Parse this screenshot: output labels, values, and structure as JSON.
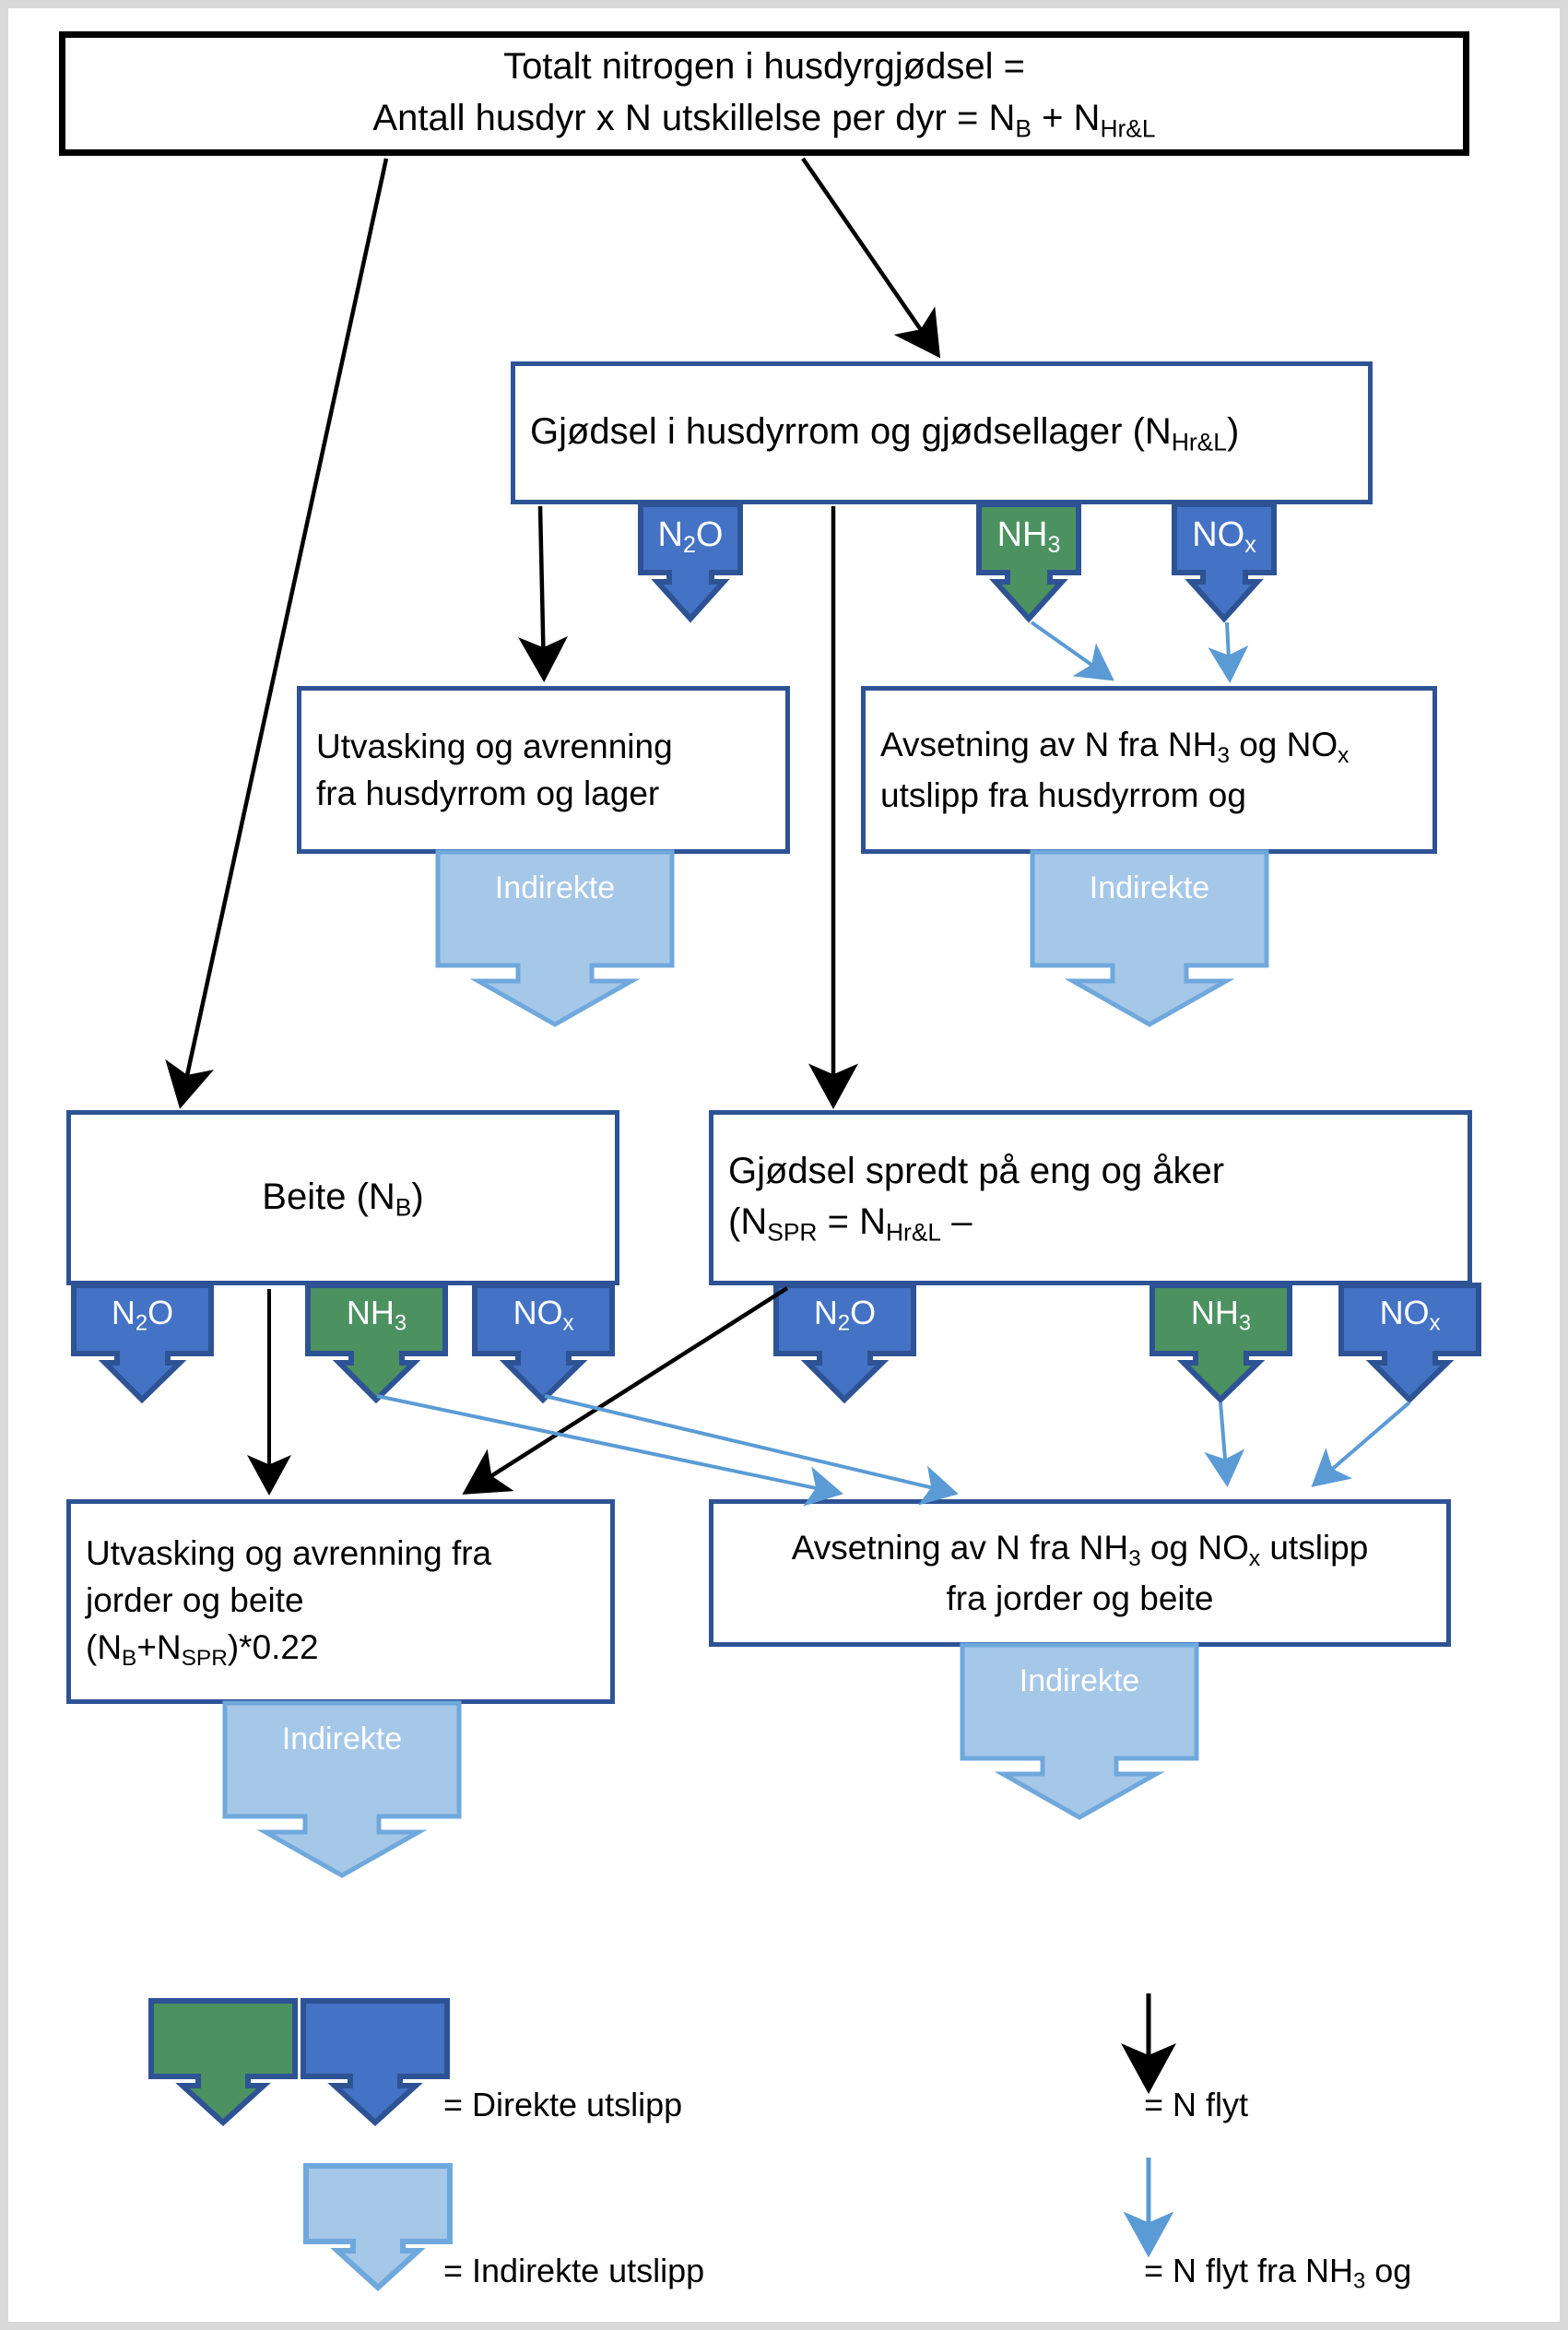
{
  "diagram": {
    "title_box": {
      "line1": "Totalt nitrogen i husdyrgjødsel =",
      "line2_a": "Antall husdyr x N utskillelse per dyr = N",
      "line2_sub1": "B",
      "line2_b": " + N",
      "line2_sub2": "Hr&L"
    },
    "boxes": [
      {
        "id": "gjodsel-husdyrrom",
        "text_a": "Gjødsel i husdyrrom og gjødsellager (N",
        "sub": "Hr&L",
        "text_b": ")"
      },
      {
        "id": "utvasking-husdyrrom",
        "line1": "Utvasking og avrenning",
        "line2": "fra husdyrrom og lager"
      },
      {
        "id": "avsetning-husdyrrom",
        "line1_a": "Avsetning av N fra NH",
        "line1_sub1": "3",
        "line1_b": " og NO",
        "line1_sub2": "x",
        "line2": "utslipp fra husdyrrom og"
      },
      {
        "id": "beite",
        "text_a": "Beite (N",
        "sub": "B",
        "text_b": ")"
      },
      {
        "id": "gjodsel-spredt",
        "line1": "Gjødsel spredt på eng og åker",
        "line2_a": "(N",
        "line2_sub1": "SPR",
        "line2_b": " = N",
        "line2_sub2": "Hr&L",
        "line2_c": " –"
      },
      {
        "id": "utvasking-jorder",
        "line1": "Utvasking og avrenning fra",
        "line2": "jorder og beite",
        "line3_a": "(N",
        "line3_sub1": "B",
        "line3_b": "+N",
        "line3_sub2": "SPR",
        "line3_c": ")*0.22"
      },
      {
        "id": "avsetning-jorder",
        "line1_a": "Avsetning av N fra NH",
        "line1_sub1": "3",
        "line1_b": " og NO",
        "line1_sub2": "x",
        "line1_c": " utslipp",
        "line2": "fra jorder og beite"
      }
    ],
    "emissions": {
      "n2o_a": "N",
      "n2o_sub": "2",
      "n2o_b": "O",
      "nh3_a": "NH",
      "nh3_sub": "3",
      "nox_a": "NO",
      "nox_sub": "x",
      "indirekte": "Indirekte"
    },
    "legend": {
      "direkte": "= Direkte utslipp",
      "indirekte": "= Indirekte utslipp",
      "nflyt": "= N flyt",
      "nflyt_nh3_a": "= N flyt fra NH",
      "nflyt_nh3_sub": "3",
      "nflyt_nh3_b": " og"
    },
    "colors": {
      "green": "#4C9160",
      "blue": "#4472C4",
      "dark_blue_border": "#2E5395",
      "light_blue_fill": "#A5C7E8",
      "light_blue_border": "#6FA8DC",
      "arrow_blue": "#4A90D9",
      "black": "#000000",
      "page_border": "#D9D9D9"
    }
  }
}
